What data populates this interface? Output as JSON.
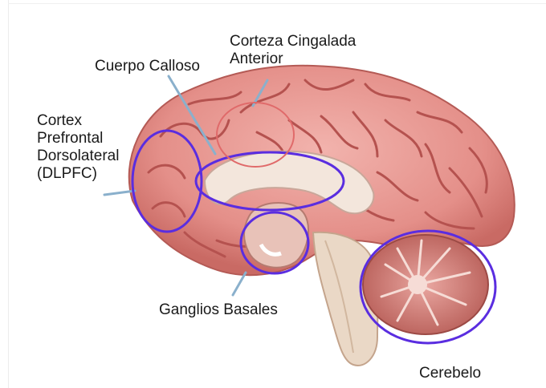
{
  "diagram": {
    "labels": {
      "corteza_cingalada": "Corteza Cingalada\nAnterior",
      "cuerpo_calloso": "Cuerpo Calloso",
      "cortex_prefrontal": "Cortex\nPrefrontal\nDorsolateral\n(DLPFC)",
      "ganglios_basales": "Ganglios Basales",
      "cerebelo": "Cerebelo"
    },
    "colors": {
      "highlight_ring": "#5a2de0",
      "cingulate_ring": "#e06a6a",
      "pointer_line": "#8ab0cc",
      "cortex_fill": "#e99a95",
      "cortex_fold": "#b5524f",
      "white_matter": "#f3e6dc",
      "brainstem": "#ead8c6"
    }
  }
}
